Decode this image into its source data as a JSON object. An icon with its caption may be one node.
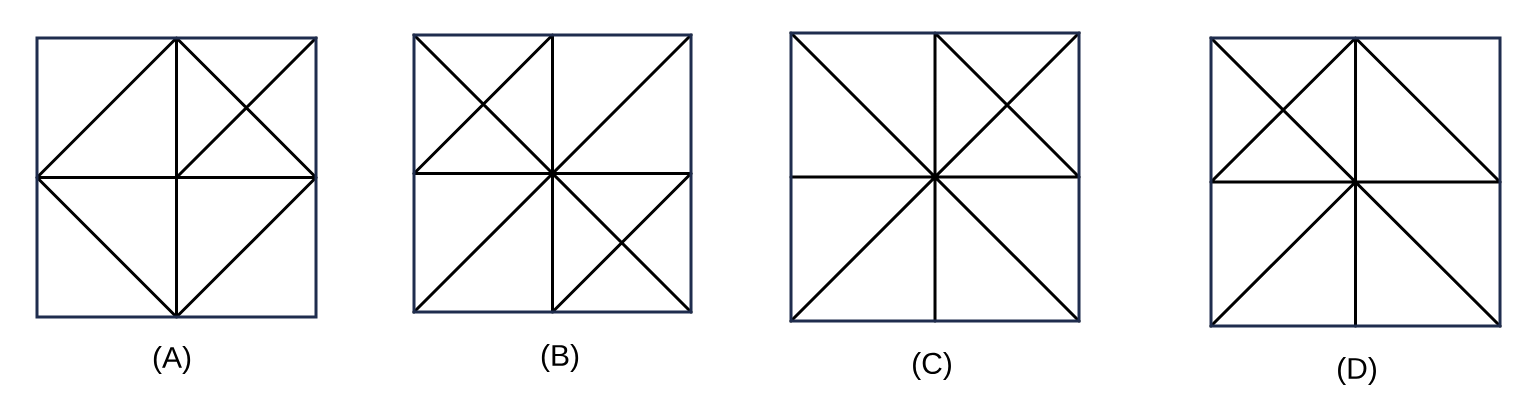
{
  "diagram": {
    "labels": [
      "(A)",
      "(B)",
      "(C)",
      "(D)"
    ]
  }
}
